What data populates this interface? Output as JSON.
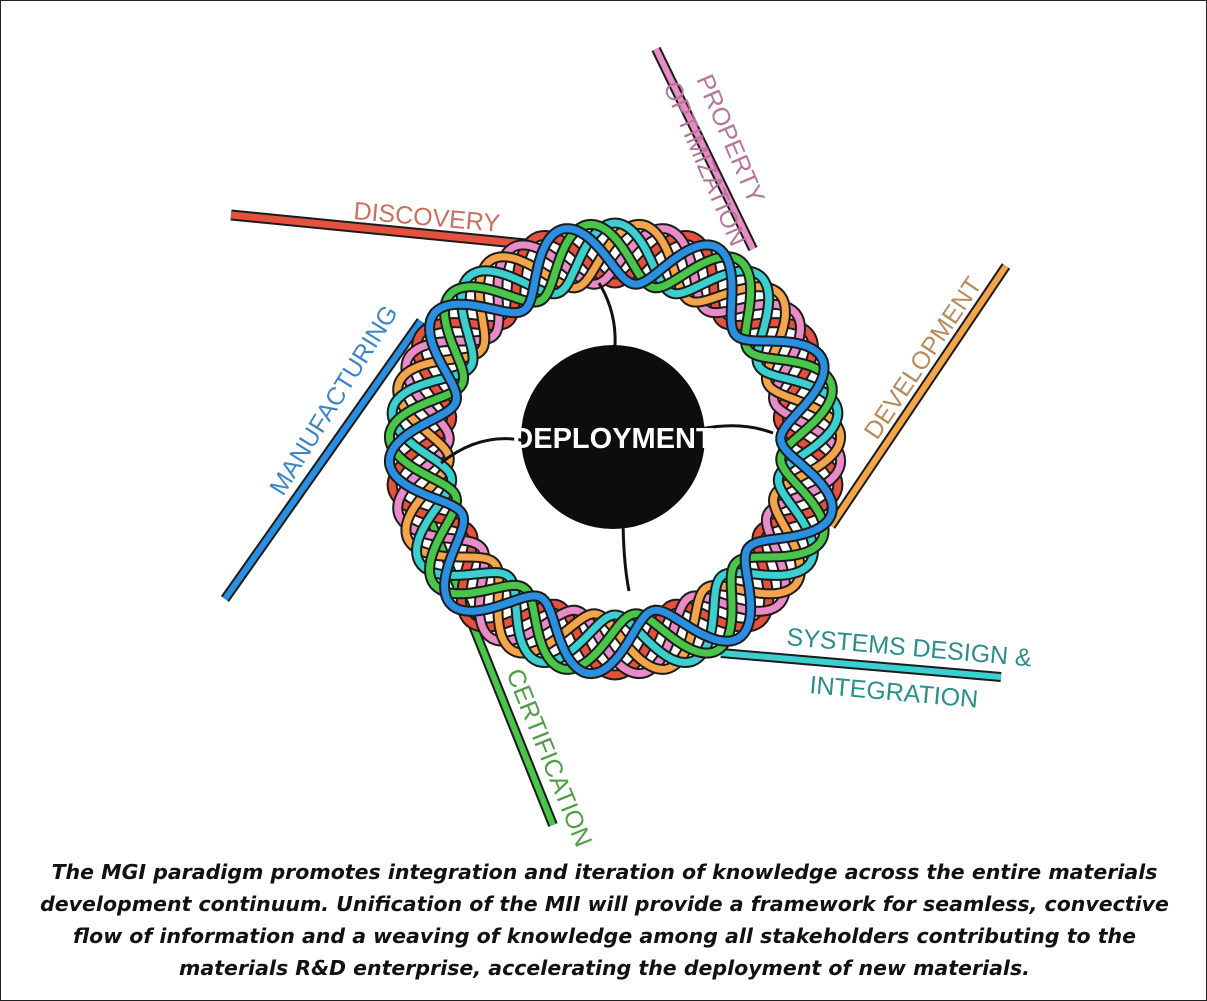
{
  "diagram": {
    "center_label": "DEPLOYMENT",
    "stages": [
      {
        "id": "discovery",
        "label": "DISCOVERY",
        "color": "#e4513f",
        "text_color": "#c9705f"
      },
      {
        "id": "property-optimization",
        "label_line1": "PROPERTY",
        "label_line2": "OPTIMIZATION",
        "color": "#e88bc7",
        "text_color": "#b5769b"
      },
      {
        "id": "development",
        "label": "DEVELOPMENT",
        "color": "#f4a54a",
        "text_color": "#b78b5b"
      },
      {
        "id": "systems-design-integration",
        "label_line1": "SYSTEMS DESIGN &",
        "label_line2": "INTEGRATION",
        "color": "#3ccfcf",
        "text_color": "#2a8f8c"
      },
      {
        "id": "certification",
        "label": "CERTIFICATION",
        "color": "#49c64a",
        "text_color": "#4f9d45"
      },
      {
        "id": "manufacturing",
        "label": "MANUFACTURING",
        "color": "#2a8fe0",
        "text_color": "#3b86c6"
      }
    ]
  },
  "caption": "The MGI paradigm promotes integration and iteration of knowledge across the entire materials development continuum.  Unification of the MII will provide a framework for seamless, convective flow of information and a weaving of knowledge among all stakeholders contributing to the materials R&D enterprise, accelerating the deployment of new materials."
}
